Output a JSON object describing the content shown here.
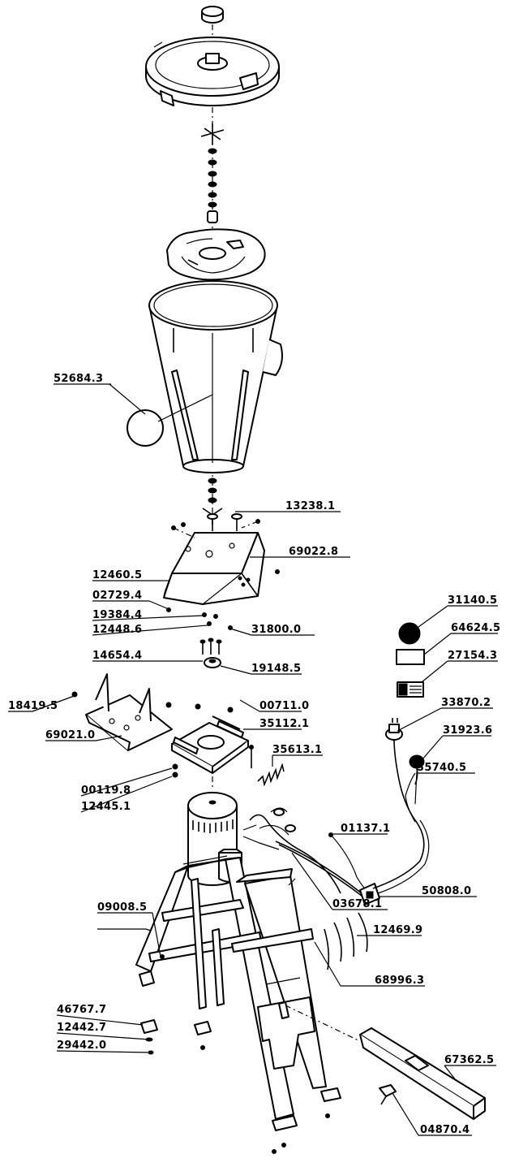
{
  "callouts": [
    {
      "id": "c52684",
      "text": "52684.3"
    },
    {
      "id": "c13238",
      "text": "13238.1"
    },
    {
      "id": "c69022",
      "text": "69022.8"
    },
    {
      "id": "c12460",
      "text": "12460.5"
    },
    {
      "id": "c31140",
      "text": "31140.5"
    },
    {
      "id": "c02729",
      "text": "02729.4"
    },
    {
      "id": "c64624",
      "text": "64624.5"
    },
    {
      "id": "c19384",
      "text": "19384.4"
    },
    {
      "id": "c27154",
      "text": "27154.3"
    },
    {
      "id": "c12448",
      "text": "12448.6"
    },
    {
      "id": "c31800",
      "text": "31800.0"
    },
    {
      "id": "c14654",
      "text": "14654.4"
    },
    {
      "id": "c19148",
      "text": "19148.5"
    },
    {
      "id": "c18419",
      "text": "18419.5"
    },
    {
      "id": "c00711",
      "text": "00711.0"
    },
    {
      "id": "c33870",
      "text": "33870.2"
    },
    {
      "id": "c35112",
      "text": "35112.1"
    },
    {
      "id": "c31923",
      "text": "31923.6"
    },
    {
      "id": "c69021",
      "text": "69021.0"
    },
    {
      "id": "c35613",
      "text": "35613.1"
    },
    {
      "id": "c35740",
      "text": "35740.5"
    },
    {
      "id": "c00119",
      "text": "00119.8"
    },
    {
      "id": "c12445",
      "text": "12445.1"
    },
    {
      "id": "c01137",
      "text": "01137.1"
    },
    {
      "id": "c50808",
      "text": "50808.0"
    },
    {
      "id": "c09008",
      "text": "09008.5"
    },
    {
      "id": "c03678",
      "text": "03678.1"
    },
    {
      "id": "c12469",
      "text": "12469.9"
    },
    {
      "id": "c68996",
      "text": "68996.3"
    },
    {
      "id": "c46767",
      "text": "46767.7"
    },
    {
      "id": "c67362",
      "text": "67362.5"
    },
    {
      "id": "c12442",
      "text": "12442.7"
    },
    {
      "id": "c29442",
      "text": "29442.0"
    },
    {
      "id": "c04870",
      "text": "04870.4"
    }
  ],
  "colors": {
    "ink": "#000000",
    "paper": "#ffffff"
  }
}
